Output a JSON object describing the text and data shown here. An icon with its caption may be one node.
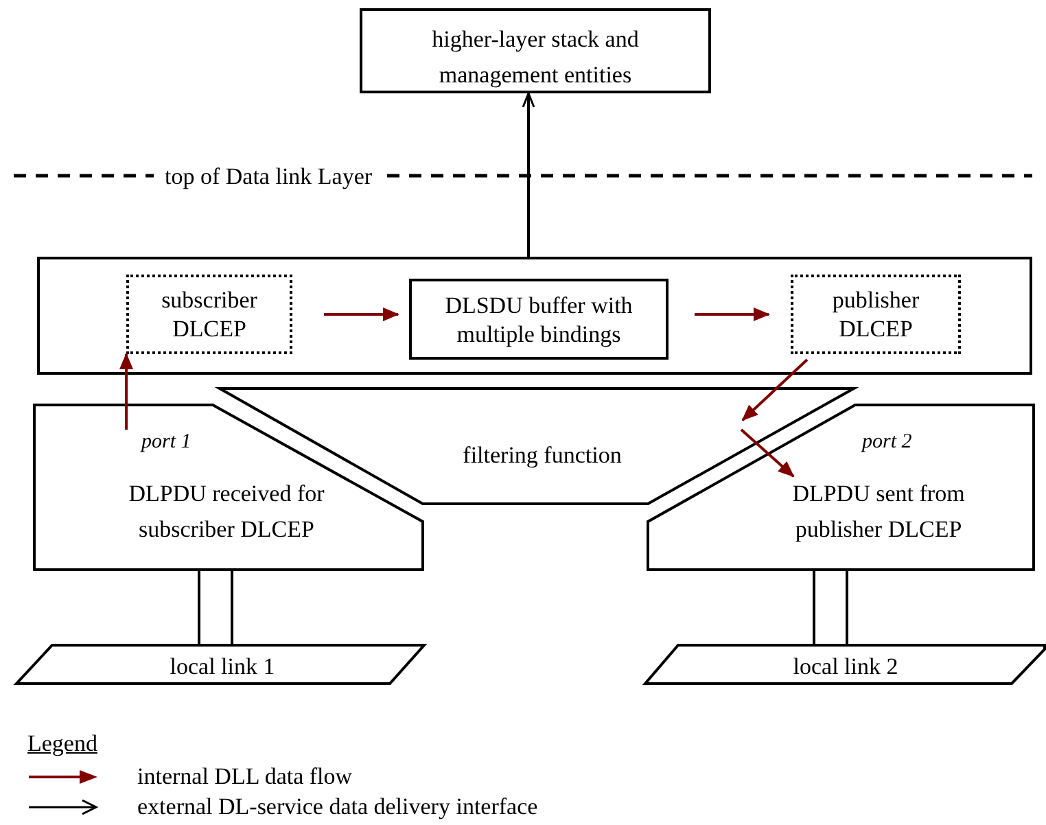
{
  "diagram": {
    "nodes": [
      {
        "text": [
          "higher-layer stack and management entities"
        ]
      },
      {
        "text": [],
        "shape": "box"
      },
      {
        "text": [
          "subscriber DLCEP"
        ],
        "in": 1
      },
      {
        "text": [
          "DLSDU buffer with multiple bindings"
        ],
        "in": 1
      },
      {
        "text": [
          "publisher DLCEP"
        ],
        "in": 1
      },
      {
        "text": [
          "port 1",
          "DLPDU received for subscriber DLCEP"
        ]
      },
      {
        "text": [
          "filtering function"
        ]
      },
      {
        "text": [
          "port 2",
          "DLPDU sent from publisher DLCEP"
        ]
      },
      {
        "text": [
          "local link 1"
        ]
      },
      {
        "text": [
          "local link 2"
        ]
      }
    ],
    "edges": [
      {
        "from": 1,
        "to": 0,
        "arrow": "to",
        "color": "#000000"
      },
      {
        "from": 5,
        "to": 2,
        "arrow": "to",
        "color": "#800000"
      },
      {
        "from": 2,
        "to": 3,
        "arrow": "to",
        "color": "#800000"
      },
      {
        "from": 3,
        "to": 4,
        "arrow": "to",
        "color": "#800000"
      },
      {
        "from": 4,
        "to": 6,
        "arrow": "to",
        "color": "#800000"
      },
      {
        "from": 6,
        "to": 7,
        "arrow": "to",
        "color": "#800000"
      },
      {
        "from": 5,
        "to": 8,
        "arrow": "none",
        "color": "#000000"
      },
      {
        "from": 7,
        "to": 9,
        "arrow": "none",
        "color": "#000000"
      }
    ],
    "labels": [
      "top of Data link Layer",
      "Legend"
    ],
    "legend": [
      {
        "text": "internal DLL data flow"
      },
      {
        "text": "external DL-service data delivery interface"
      }
    ]
  }
}
